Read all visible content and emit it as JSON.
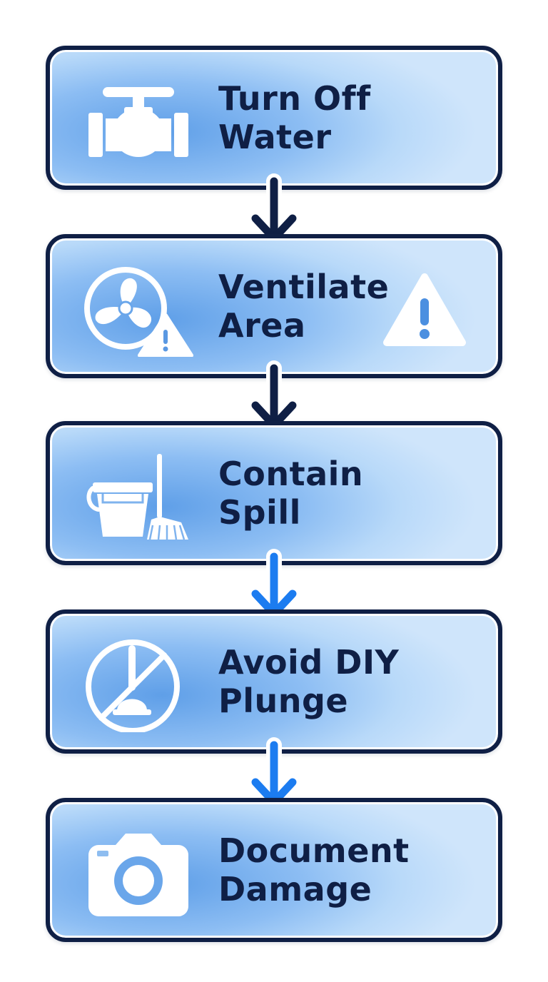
{
  "flow": {
    "steps": [
      {
        "line1": "Turn Off",
        "line2": "Water",
        "icon": "water-valve-icon"
      },
      {
        "line1": "Ventilate",
        "line2": "Area",
        "icon": "fan-warning-icon"
      },
      {
        "line1": "Contain",
        "line2": "Spill",
        "icon": "bucket-mop-icon"
      },
      {
        "line1": "Avoid DIY",
        "line2": "Plunge",
        "icon": "no-plunger-icon"
      },
      {
        "line1": "Document",
        "line2": "Damage",
        "icon": "camera-icon"
      }
    ],
    "arrows": [
      {
        "color": "#0f1f45"
      },
      {
        "color": "#0f1f45"
      },
      {
        "color": "#1c7cf0"
      },
      {
        "color": "#1c7cf0"
      }
    ],
    "colors": {
      "box_border": "#0f1f45",
      "text": "#0f1f45",
      "accent_blue": "#1c7cf0",
      "icon_fill": "#ffffff"
    }
  }
}
